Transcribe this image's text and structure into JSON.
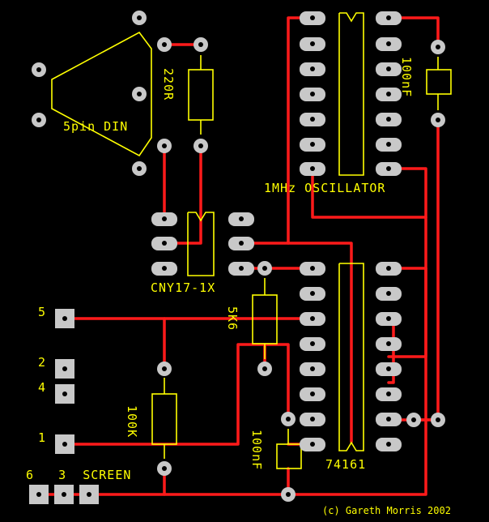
{
  "labels": {
    "din": "5pin DIN",
    "r220": "220R",
    "c100nf_top": "100nF",
    "osc": "1MHz OSCILLATOR",
    "opto": "CNY17-1X",
    "r5k6": "5K6",
    "r100k": "100K",
    "c100nf_bottom": "100nF",
    "counter": "74161",
    "pin5": "5",
    "pin2": "2",
    "pin4": "4",
    "pin1": "1",
    "screen": "6   3  SCREEN",
    "credit": "(c) Gareth Morris 2002"
  },
  "colors": {
    "trace": "#ff1a1a",
    "silkscreen": "#ffff00",
    "pad": "#c8c8c8",
    "background": "#000000"
  }
}
